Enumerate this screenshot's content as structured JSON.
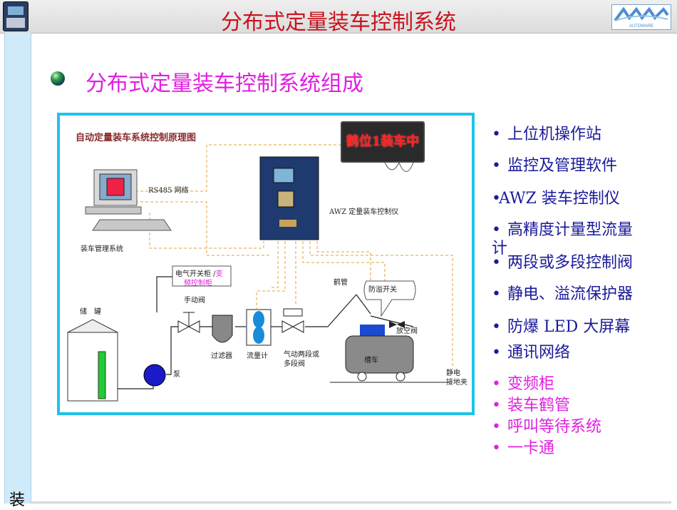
{
  "header": {
    "title": "分布式定量装车控制系统"
  },
  "subtitle": "分布式定量装车控制系统组成",
  "diagram": {
    "title": "自动定量装车系统控制原理图",
    "labels": {
      "rs485": "RS485 网络",
      "controller": "AWZ 定量装车控制仪",
      "management": "装车管理系统",
      "cabinet_a": "电气开关柜 /",
      "cabinet_b": "变",
      "cabinet_c": "频控制柜",
      "crane_pipe": "鹤管",
      "overflow_switch": "防溢开关",
      "manual_valve": "手动阀",
      "storage_tank": "储　罐",
      "vent_valve": "放空阀",
      "filter": "过滤器",
      "flowmeter": "流量计",
      "pneumatic_valve_a": "气动两段或",
      "pneumatic_valve_b": "多段阀",
      "tank_truck": "槽车",
      "pump": "泵",
      "static_a": "静电",
      "static_b": "接地夹"
    },
    "led_text": "鹤位1装车中"
  },
  "list": [
    {
      "dot": "•",
      "text": "上位机操作站",
      "color": "blue"
    },
    {
      "dot": "•",
      "text": "监控及管理软件",
      "color": "blue"
    },
    {
      "dot": "•",
      "text": "AWZ 装车控制仪",
      "color": "blue"
    },
    {
      "dot": "•",
      "text": "高精度计量型流量",
      "color": "blue"
    },
    {
      "dot": "",
      "text": "计",
      "color": "blue"
    },
    {
      "dot": "•",
      "text": "两段或多段控制阀",
      "color": "blue"
    },
    {
      "dot": "•",
      "text": "静电、溢流保护器",
      "color": "blue"
    },
    {
      "dot": "•",
      "text": "防爆 LED 大屏幕",
      "color": "blue"
    },
    {
      "dot": "•",
      "text": "通讯网络",
      "color": "blue"
    },
    {
      "dot": "•",
      "text": "变频柜",
      "color": "magenta"
    },
    {
      "dot": "•",
      "text": "装车鹤管",
      "color": "magenta"
    },
    {
      "dot": "•",
      "text": "呼叫等待系统",
      "color": "magenta"
    },
    {
      "dot": "•",
      "text": "一卡通",
      "color": "magenta"
    }
  ],
  "sidebar": {
    "bottom_char": "装"
  },
  "logo": {
    "text": "AUTOWARE"
  },
  "colors": {
    "title": "#c8141e",
    "subtitle": "#e020e0",
    "list_blue": "#1a1a9a",
    "list_magenta": "#e020e0",
    "frame": "#1ec3ea"
  }
}
